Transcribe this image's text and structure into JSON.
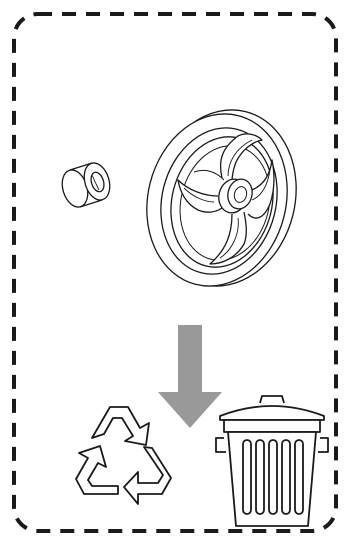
{
  "diagram": {
    "panel": {
      "border_style": "dashed",
      "border_color": "#1a1a1a"
    },
    "parts": [
      {
        "id": "bushing",
        "kind": "cylindrical-spacer"
      },
      {
        "id": "wheel",
        "kind": "spoked-wheel",
        "spokes": 3
      }
    ],
    "flow": {
      "direction": "down",
      "arrow_color": "#999999"
    },
    "disposal_icons": [
      {
        "id": "recycle",
        "icon": "recycle-icon"
      },
      {
        "id": "trash",
        "icon": "trash-can-icon"
      }
    ],
    "colors": {
      "stroke": "#1a1a1a",
      "background": "#ffffff",
      "arrow": "#999999"
    }
  }
}
